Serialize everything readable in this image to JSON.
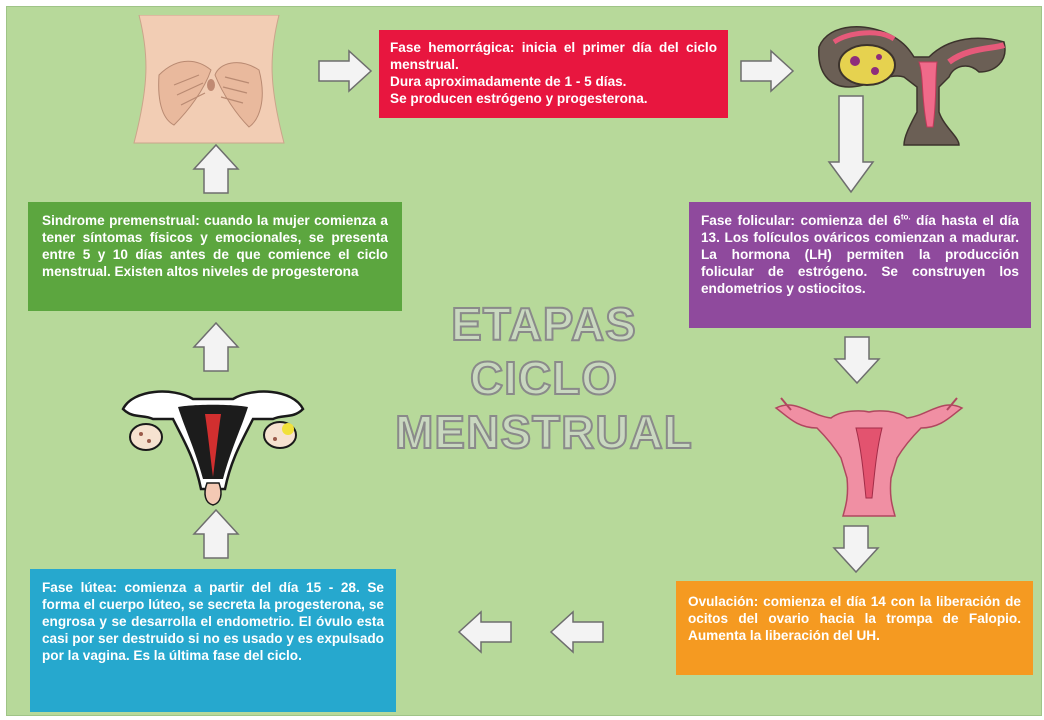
{
  "title": [
    "ETAPAS",
    "CICLO",
    "MENSTRUAL"
  ],
  "boxes": {
    "hemorragica": {
      "lines": [
        "Fase hemorrágica: inicia el primer día del ciclo menstrual.",
        "Dura aproximadamente de 1 - 5 días.",
        "Se producen estrógeno y progesterona."
      ],
      "color": "#e8163f"
    },
    "folicular": {
      "text_a": "Fase folicular: comienza del 6",
      "sup": "to.",
      "text_b": " día hasta el día 13. Los folículos ováricos comienzan a madurar. La hormona (LH) permiten la producción folicular de estrógeno. Se construyen los endometrios y ostiocitos.",
      "color": "#8f4a9d"
    },
    "premenstrual": {
      "text": "Sindrome premenstrual: cuando la mujer comienza a tener síntomas físicos y emocionales, se presenta entre 5 y 10 días antes de que comience el ciclo menstrual. Existen altos niveles de progesterona",
      "color": "#5ca63f"
    },
    "ovulacion": {
      "text": "Ovulación: comienza el día 14 con la liberación de ocitos del ovario hacia la trompa de Falopio. Aumenta la liberación del UH.",
      "color": "#f59a21"
    },
    "lutea": {
      "text": "Fase lútea: comienza a partir del día 15 - 28. Se forma el cuerpo lúteo, se secreta la progesterona, se engrosa y se desarrolla el endometrio. El óvulo esta casi por ser destruido si no es usado y es expulsado por la vagina. Es la última fase del ciclo.",
      "color": "#26a8ce"
    }
  },
  "background": "#b7d99a",
  "arrow_fill": "#f3f3f3"
}
